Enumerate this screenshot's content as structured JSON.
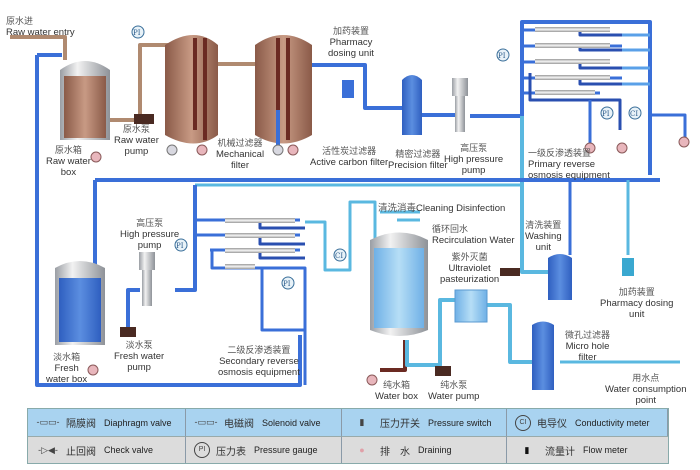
{
  "labels": {
    "raw_water_entry": {
      "cn": "原水进",
      "en": "Raw water entry"
    },
    "raw_water_box": {
      "cn": "原水箱",
      "en": [
        "Raw water",
        "box"
      ]
    },
    "raw_water_pump": {
      "cn": "原水泵",
      "en": [
        "Raw water",
        "pump"
      ]
    },
    "mechanical_filter": {
      "cn": "机械过滤器",
      "en": [
        "Mechanical",
        "filter"
      ]
    },
    "pharmacy_dosing_top": {
      "cn": "加药装置",
      "en": [
        "Pharmacy",
        "dosing unit"
      ]
    },
    "active_carbon_filter": {
      "cn": "活性炭过滤器",
      "en": "Active carbon filter"
    },
    "precision_filter": {
      "cn": "精密过滤器",
      "en": "Precision filter"
    },
    "high_pressure_pump_top": {
      "cn": "高压泵",
      "en": [
        "High pressure",
        "pump"
      ]
    },
    "primary_ro": {
      "cn": "一级反渗透装置",
      "en": [
        "Primary reverse",
        "osmosis equipment"
      ]
    },
    "high_pressure_pump_mid": {
      "cn": "高压泵",
      "en": [
        "High pressure",
        "pump"
      ]
    },
    "fresh_water_box": {
      "cn": "淡水箱",
      "en": [
        "Fresh",
        "water box"
      ]
    },
    "fresh_water_pump": {
      "cn": "淡水泵",
      "en": [
        "Fresh water",
        "pump"
      ]
    },
    "secondary_ro": {
      "cn": "二级反渗透装置",
      "en": [
        "Secondary reverse",
        "osmosis equipment"
      ]
    },
    "cleaning_disinfection": {
      "cn": "清洗消毒",
      "en": "Cleaning Disinfection"
    },
    "recirculation_water": {
      "cn": "循环回水",
      "en": "Recirculation Water"
    },
    "uv_pasteurization": {
      "cn": "紫外灭菌",
      "en": [
        "Ultraviolet",
        "pasteurization"
      ]
    },
    "washing_unit": {
      "cn": "清洗装置",
      "en": [
        "Washing",
        "unit"
      ]
    },
    "pharmacy_dosing_right": {
      "cn": "加药装置",
      "en": [
        "Pharmacy dosing",
        "unit"
      ]
    },
    "micro_hole_filter": {
      "cn": "微孔过滤器",
      "en": [
        "Micro hole",
        "filter"
      ]
    },
    "water_box": {
      "cn": "纯水箱",
      "en": "Water box"
    },
    "water_pump": {
      "cn": "纯水泵",
      "en": "Water pump"
    },
    "water_consumption_point": {
      "cn": "用水点",
      "en": [
        "Water consumption",
        "point"
      ]
    }
  },
  "gauges": {
    "pressure": "PI",
    "conductivity": "CI"
  },
  "legend": [
    {
      "symbol": "diaphragm-valve",
      "glyph": "-▭▭-",
      "cn": "隔膜阀",
      "en": "Diaphragm valve"
    },
    {
      "symbol": "solenoid-valve",
      "glyph": "-▭▭-",
      "cn": "电磁阀",
      "en": "Solenoid valve"
    },
    {
      "symbol": "pressure-switch",
      "glyph": "▮",
      "cn": "压力开关",
      "en": "Pressure switch"
    },
    {
      "symbol": "conductivity-meter",
      "glyph": "CI",
      "cn": "电导仪",
      "en": "Conductivity meter"
    },
    {
      "symbol": "check-valve",
      "glyph": "-▷◀-",
      "cn": "止回阀",
      "en": "Check valve"
    },
    {
      "symbol": "pressure-gauge",
      "glyph": "PI",
      "cn": "压力表",
      "en": "Pressure gauge"
    },
    {
      "symbol": "draining",
      "glyph": "●",
      "cn": "排　水",
      "en": "Draining"
    },
    {
      "symbol": "flow-meter",
      "glyph": "▮",
      "cn": "流量计",
      "en": "Flow meter"
    }
  ],
  "colors": {
    "pipe_blue": "#3a6fd8",
    "pipe_light": "#5ab8e0",
    "pipe_brown": "#6b2a22",
    "raw_water": "#9a6a55",
    "fresh_water": "#3b6fd0",
    "pure_water": "#8cc8ee",
    "legend_row1": "#a9d3f0",
    "legend_row2": "#dcdcdc"
  }
}
